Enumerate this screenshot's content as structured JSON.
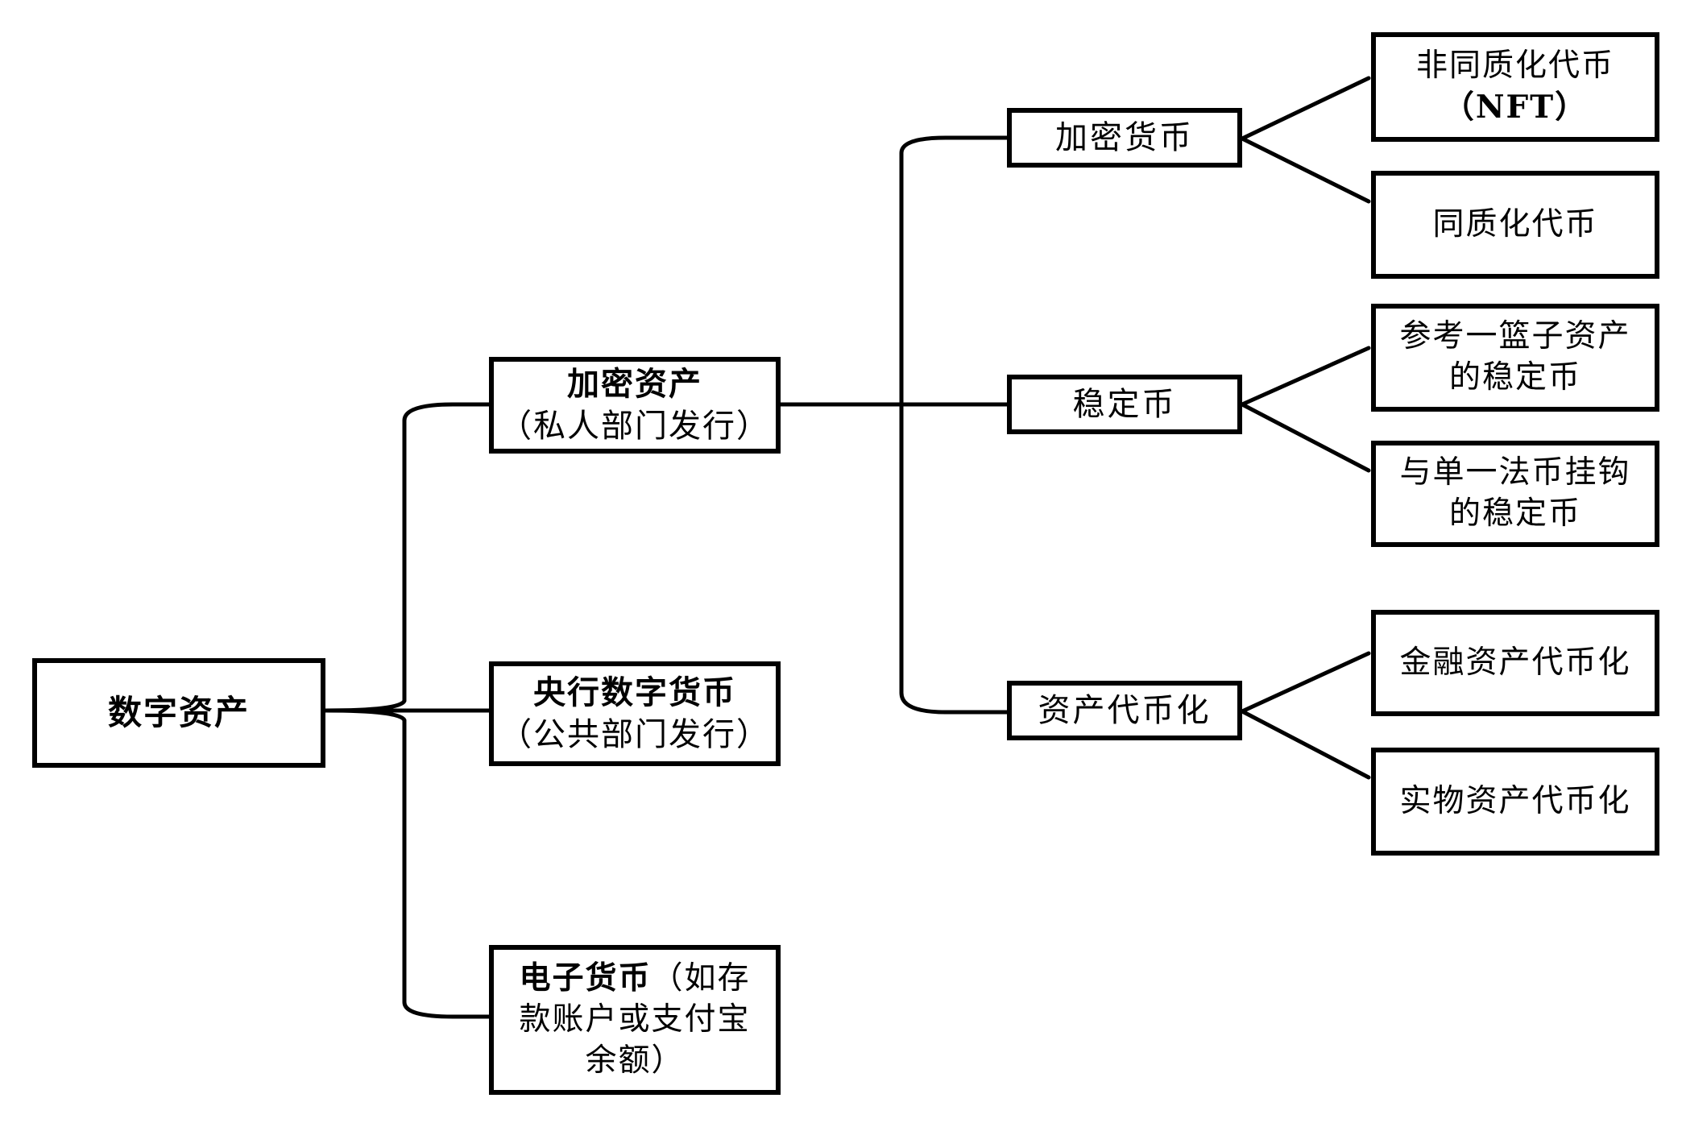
{
  "diagram": {
    "root": {
      "label": "数字资产"
    },
    "level1": [
      {
        "label": "加密资产",
        "note": "（私人部门发行）"
      },
      {
        "label": "央行数字货币",
        "note": "（公共部门发行）"
      },
      {
        "label": "电子货币",
        "note_line1": "（如存",
        "line2": "款账户或支付宝",
        "line3": "余额）"
      }
    ],
    "level2": [
      {
        "label": "加密货币"
      },
      {
        "label": "稳定币"
      },
      {
        "label": "资产代币化"
      }
    ],
    "level3": [
      {
        "line1": "非同质化代币",
        "line2": "（NFT）"
      },
      {
        "line1": "同质化代币"
      },
      {
        "line1": "参考一篮子资产",
        "line2": "的稳定币"
      },
      {
        "line1": "与单一法币挂钩",
        "line2": "的稳定币"
      },
      {
        "line1": "金融资产代币化"
      },
      {
        "line1": "实物资产代币化"
      }
    ]
  }
}
